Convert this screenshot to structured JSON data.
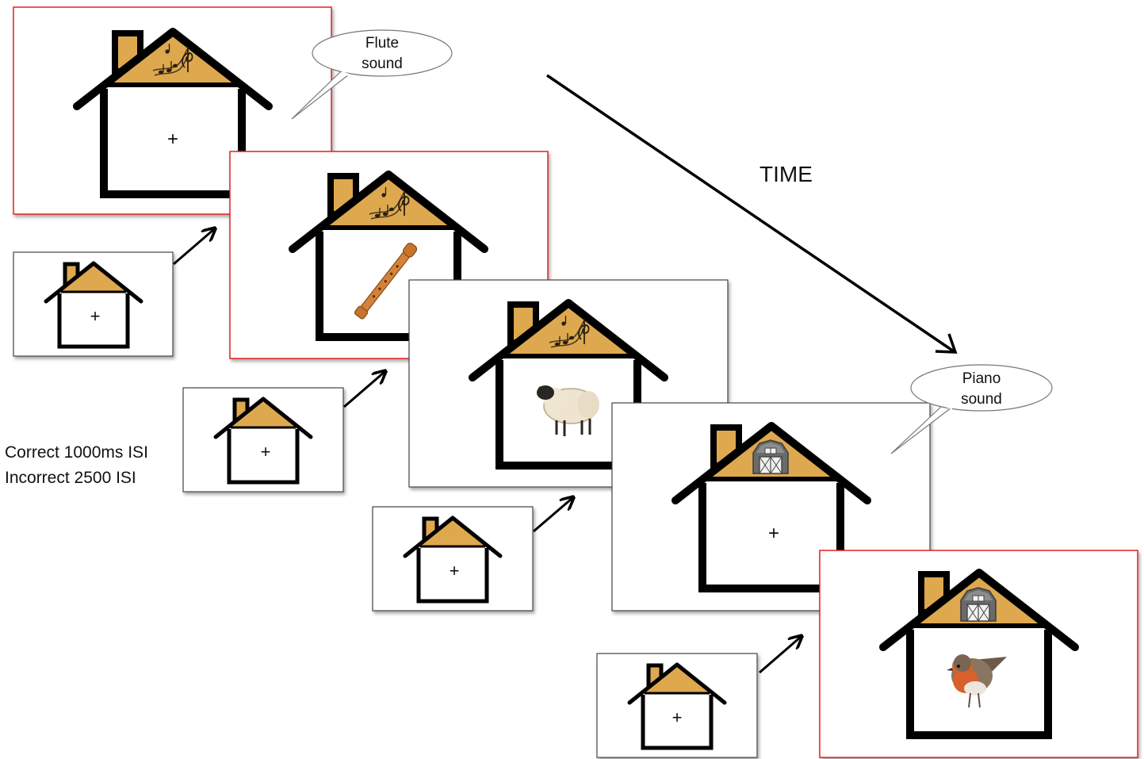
{
  "time_label": "TIME",
  "isi_note": {
    "line1": "Correct 1000ms ISI",
    "line2": "Incorrect 2500 ISI"
  },
  "callouts": [
    {
      "line1": "Flute",
      "line2": "sound"
    },
    {
      "line1": "Piano",
      "line2": "sound"
    }
  ],
  "fixation_symbol": "+",
  "colors": {
    "roof": "#dea84f",
    "house_outline": "#000000",
    "frame_border_red": "#e02020",
    "frame_border_gray": "#444444"
  },
  "trials": [
    {
      "roof_icon": "music-notes-icon",
      "content": "fixation",
      "frame": "red"
    },
    {
      "roof_icon": "music-notes-icon",
      "content": "flute-recorder-image",
      "frame": "red"
    },
    {
      "roof_icon": "music-notes-icon",
      "content": "sheep-image",
      "frame": "gray"
    },
    {
      "roof_icon": "barn-icon",
      "content": "fixation",
      "frame": "gray"
    },
    {
      "roof_icon": "barn-icon",
      "content": "robin-bird-image",
      "frame": "red"
    }
  ]
}
